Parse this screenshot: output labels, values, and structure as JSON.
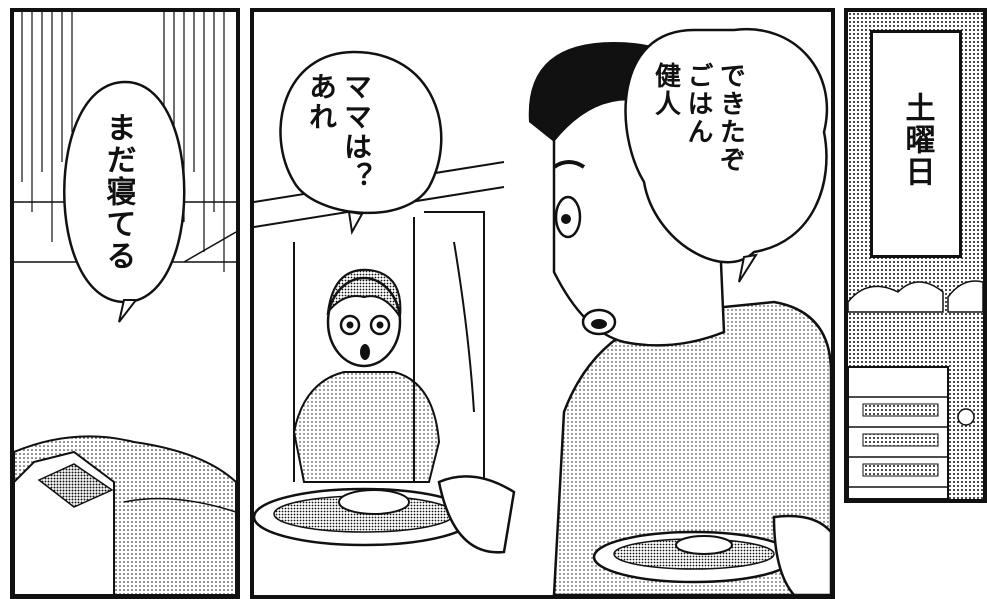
{
  "panels": {
    "left": {
      "speech": [
        "まだ寝てる"
      ]
    },
    "middle": {
      "child_speech": [
        "あれ",
        "ママは？"
      ],
      "father_speech": [
        "健人",
        "ごはん",
        "できたぞ"
      ]
    },
    "right": {
      "caption": "土曜日"
    }
  },
  "colors": {
    "ink": "#111111",
    "paper": "#ffffff",
    "tone": "#9a9a9a"
  }
}
